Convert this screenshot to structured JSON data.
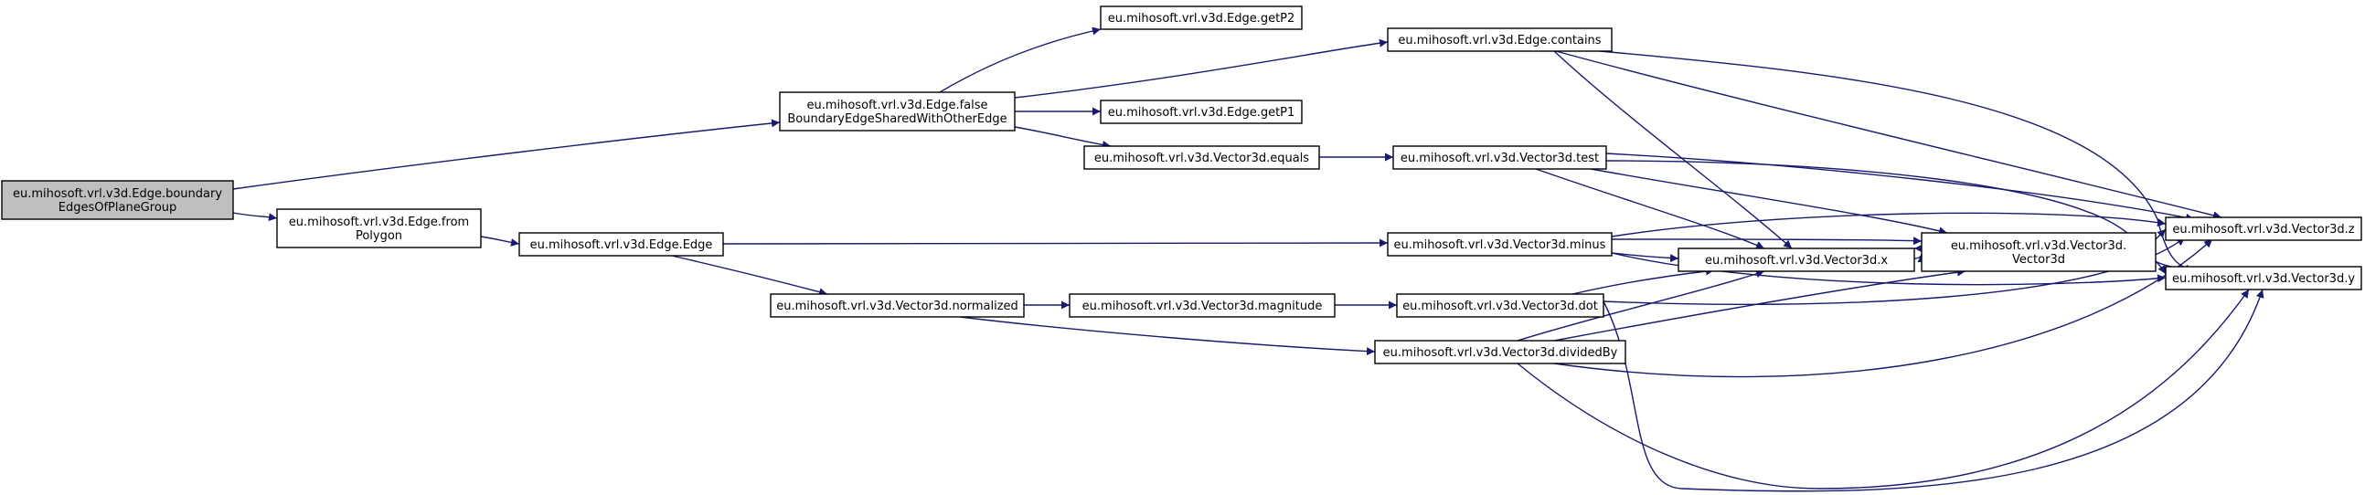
{
  "colors": {
    "edge": "#191970",
    "node_fill": "#ffffff",
    "root_fill": "#bfbfbf",
    "node_border": "#000000"
  },
  "nodes": [
    {
      "id": "boundary",
      "root": true,
      "lines": [
        "eu.mihosoft.vrl.v3d.Edge.boundary",
        "EdgesOfPlaneGroup"
      ]
    },
    {
      "id": "falseBoundary",
      "lines": [
        "eu.mihosoft.vrl.v3d.Edge.false",
        "BoundaryEdgeSharedWithOtherEdge"
      ]
    },
    {
      "id": "fromPolygon",
      "lines": [
        "eu.mihosoft.vrl.v3d.Edge.from",
        "Polygon"
      ]
    },
    {
      "id": "edgeCtor",
      "lines": [
        "eu.mihosoft.vrl.v3d.Edge.Edge"
      ]
    },
    {
      "id": "getP2",
      "lines": [
        "eu.mihosoft.vrl.v3d.Edge.getP2"
      ]
    },
    {
      "id": "getP1",
      "lines": [
        "eu.mihosoft.vrl.v3d.Edge.getP1"
      ]
    },
    {
      "id": "contains",
      "lines": [
        "eu.mihosoft.vrl.v3d.Edge.contains"
      ]
    },
    {
      "id": "equals",
      "lines": [
        "eu.mihosoft.vrl.v3d.Vector3d.equals"
      ]
    },
    {
      "id": "test",
      "lines": [
        "eu.mihosoft.vrl.v3d.Vector3d.test"
      ]
    },
    {
      "id": "minus",
      "lines": [
        "eu.mihosoft.vrl.v3d.Vector3d.minus"
      ]
    },
    {
      "id": "normalized",
      "lines": [
        "eu.mihosoft.vrl.v3d.Vector3d.normalized"
      ]
    },
    {
      "id": "magnitude",
      "lines": [
        "eu.mihosoft.vrl.v3d.Vector3d.magnitude"
      ]
    },
    {
      "id": "dot",
      "lines": [
        "eu.mihosoft.vrl.v3d.Vector3d.dot"
      ]
    },
    {
      "id": "dividedBy",
      "lines": [
        "eu.mihosoft.vrl.v3d.Vector3d.dividedBy"
      ]
    },
    {
      "id": "x",
      "lines": [
        "eu.mihosoft.vrl.v3d.Vector3d.x"
      ]
    },
    {
      "id": "vctor",
      "lines": [
        "eu.mihosoft.vrl.v3d.Vector3d.",
        "Vector3d"
      ]
    },
    {
      "id": "z",
      "lines": [
        "eu.mihosoft.vrl.v3d.Vector3d.z"
      ]
    },
    {
      "id": "y",
      "lines": [
        "eu.mihosoft.vrl.v3d.Vector3d.y"
      ]
    }
  ],
  "edges": [
    {
      "from": "boundary",
      "to": "falseBoundary"
    },
    {
      "from": "boundary",
      "to": "fromPolygon"
    },
    {
      "from": "fromPolygon",
      "to": "edgeCtor"
    },
    {
      "from": "falseBoundary",
      "to": "getP2"
    },
    {
      "from": "falseBoundary",
      "to": "getP1"
    },
    {
      "from": "falseBoundary",
      "to": "contains"
    },
    {
      "from": "falseBoundary",
      "to": "equals"
    },
    {
      "from": "equals",
      "to": "test"
    },
    {
      "from": "edgeCtor",
      "to": "minus"
    },
    {
      "from": "edgeCtor",
      "to": "normalized"
    },
    {
      "from": "normalized",
      "to": "magnitude"
    },
    {
      "from": "normalized",
      "to": "dividedBy"
    },
    {
      "from": "magnitude",
      "to": "dot"
    },
    {
      "from": "contains",
      "to": "x"
    },
    {
      "from": "contains",
      "to": "z"
    },
    {
      "from": "contains",
      "to": "y"
    },
    {
      "from": "test",
      "to": "x"
    },
    {
      "from": "test",
      "to": "vctor"
    },
    {
      "from": "test",
      "to": "z"
    },
    {
      "from": "test",
      "to": "y"
    },
    {
      "from": "minus",
      "to": "x"
    },
    {
      "from": "minus",
      "to": "vctor"
    },
    {
      "from": "minus",
      "to": "z"
    },
    {
      "from": "minus",
      "to": "y"
    },
    {
      "from": "dot",
      "to": "x"
    },
    {
      "from": "dot",
      "to": "z"
    },
    {
      "from": "dot",
      "to": "y"
    },
    {
      "from": "dividedBy",
      "to": "x"
    },
    {
      "from": "dividedBy",
      "to": "vctor"
    },
    {
      "from": "dividedBy",
      "to": "z"
    },
    {
      "from": "dividedBy",
      "to": "y"
    },
    {
      "from": "x",
      "to": "vctor"
    },
    {
      "from": "vctor",
      "to": "x"
    },
    {
      "from": "vctor",
      "to": "z"
    },
    {
      "from": "vctor",
      "to": "y"
    }
  ]
}
